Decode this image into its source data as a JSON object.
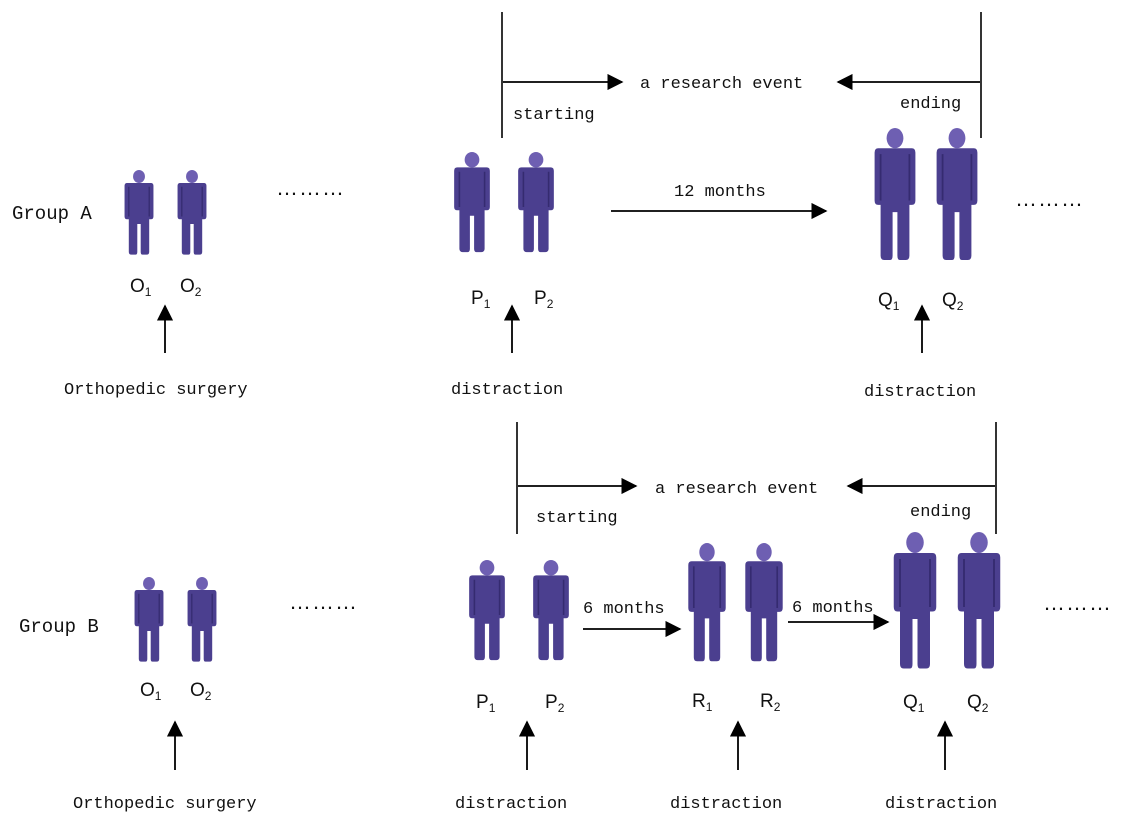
{
  "colors": {
    "person": "#4b3f8f",
    "person_dark": "#352b70",
    "line": "#000000"
  },
  "groups": [
    {
      "id": "A",
      "label": "Group A",
      "event": {
        "text": "a research event",
        "start_label": "starting",
        "end_label": "ending"
      },
      "people": [
        {
          "id": "O",
          "labels": [
            "O",
            "O"
          ]
        },
        {
          "id": "P",
          "labels": [
            "P",
            "P"
          ]
        },
        {
          "id": "Q",
          "labels": [
            "Q",
            "Q"
          ]
        }
      ],
      "intervals": [
        "12 months"
      ],
      "events": [
        "Orthopedic surgery",
        "distraction",
        "distraction"
      ],
      "ellipsis": "………"
    },
    {
      "id": "B",
      "label": "Group B",
      "event": {
        "text": "a research event",
        "start_label": "starting",
        "end_label": "ending"
      },
      "people": [
        {
          "id": "O",
          "labels": [
            "O",
            "O"
          ]
        },
        {
          "id": "P",
          "labels": [
            "P",
            "P"
          ]
        },
        {
          "id": "R",
          "labels": [
            "R",
            "R"
          ]
        },
        {
          "id": "Q",
          "labels": [
            "Q",
            "Q"
          ]
        }
      ],
      "intervals": [
        "6 months",
        "6 months"
      ],
      "events": [
        "Orthopedic surgery",
        "distraction",
        "distraction",
        "distraction"
      ],
      "ellipsis": "………"
    }
  ],
  "subscripts": [
    "1",
    "2"
  ]
}
